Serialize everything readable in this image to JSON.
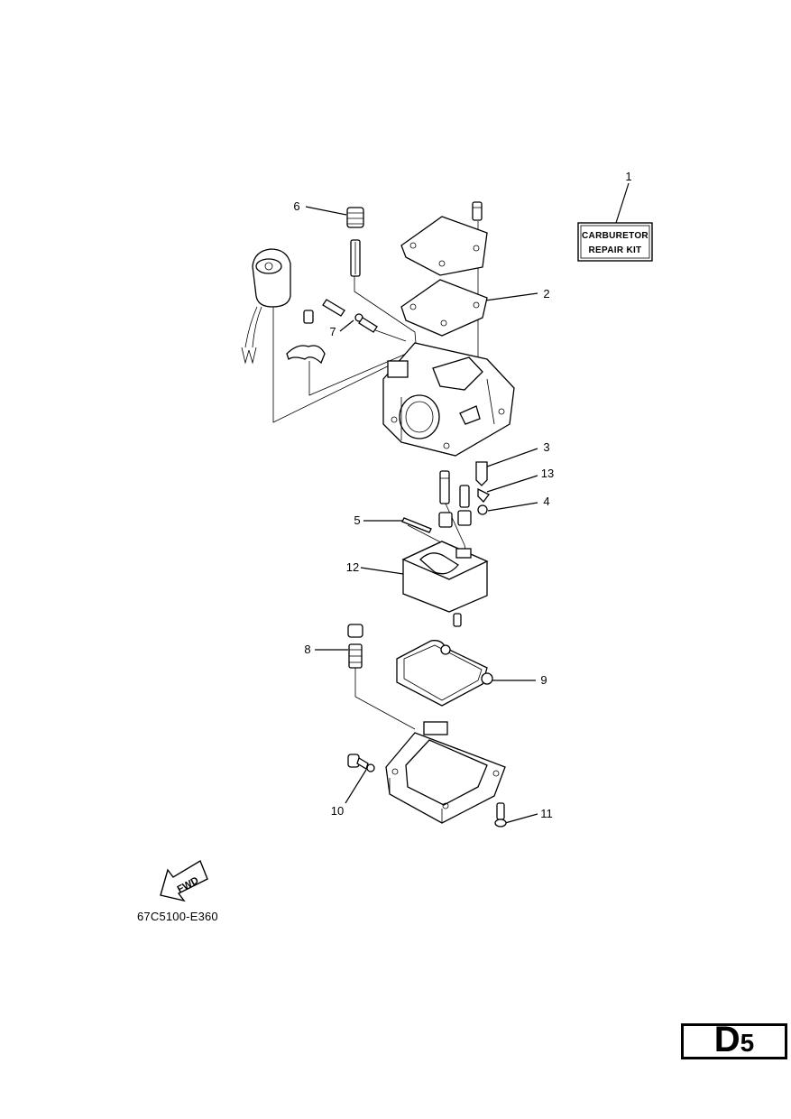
{
  "kit_label": {
    "line1": "CARBURETOR",
    "line2": "REPAIR KIT"
  },
  "callouts": [
    "1",
    "2",
    "3",
    "4",
    "5",
    "6",
    "7",
    "8",
    "9",
    "10",
    "11",
    "12",
    "13"
  ],
  "fwd_label": "FWD",
  "diagram_code": "67C5100-E360",
  "page_id": {
    "letter": "D",
    "number": "5"
  }
}
